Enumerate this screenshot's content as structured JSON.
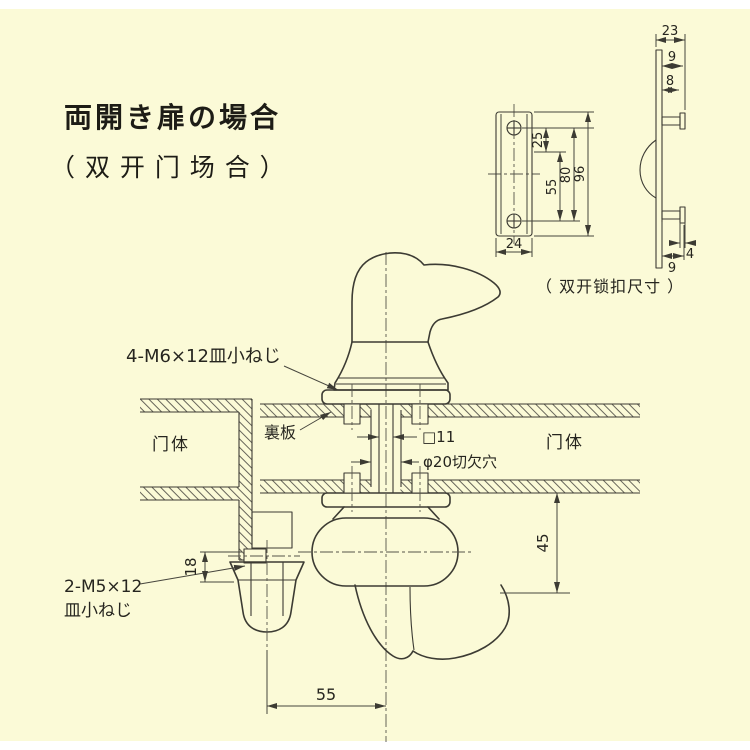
{
  "colors": {
    "background": "#FBFAD7",
    "line": "#3C3B33"
  },
  "page": {
    "title_jp": "両開き扉の場合",
    "title_cn": "（ 双 开 门 场 合 ）"
  },
  "detail": {
    "caption": "（ 双开锁扣尺寸 ）",
    "front": {
      "dim_24": "24",
      "dim_25": "25",
      "dim_55": "55",
      "dim_80": "80",
      "dim_96": "96"
    },
    "side": {
      "dim_23": "23",
      "dim_9_top": "9",
      "dim_8": "8",
      "dim_4": "4",
      "dim_9_bottom": "9"
    }
  },
  "main": {
    "label_screws_top": "4-M6×12皿小ねじ",
    "label_back_plate": "裏板",
    "label_door_left": "门体",
    "label_door_right": "门体",
    "label_square": "□11",
    "label_cutout": "φ20切欠穴",
    "label_screws_bottom_line1": "2-M5×12",
    "label_screws_bottom_line2": "皿小ねじ",
    "dim_45": "45",
    "dim_18": "18",
    "dim_55": "55"
  }
}
